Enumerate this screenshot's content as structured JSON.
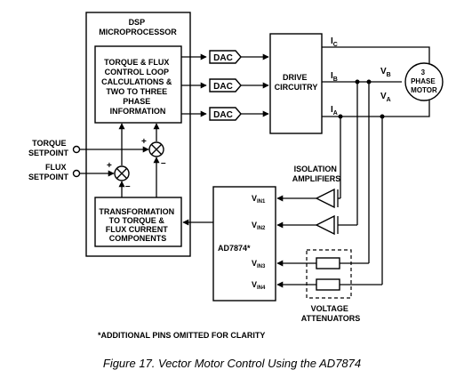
{
  "blocks": {
    "dsp": [
      "DSP",
      "MICROPROCESSOR"
    ],
    "torque_flux_calc": [
      "TORQUE & FLUX",
      "CONTROL LOOP",
      "CALCULATIONS &",
      "TWO TO THREE",
      "PHASE",
      "INFORMATION"
    ],
    "transformation": [
      "TRANSFORMATION",
      "TO TORQUE &",
      "FLUX CURRENT",
      "COMPONENTS"
    ],
    "dac_label": "DAC",
    "drive": [
      "DRIVE",
      "CIRCUITRY"
    ],
    "motor": [
      "3",
      "PHASE",
      "MOTOR"
    ],
    "adc": "AD7874*"
  },
  "inputs": {
    "torque_setpoint": [
      "TORQUE",
      "SETPOINT"
    ],
    "flux_setpoint": [
      "FLUX",
      "SETPOINT"
    ]
  },
  "signs": {
    "plus": "+",
    "minus": "–"
  },
  "currents": {
    "ic": {
      "main": "I",
      "sub": "C"
    },
    "ib": {
      "main": "I",
      "sub": "B"
    },
    "ia": {
      "main": "I",
      "sub": "A"
    }
  },
  "voltages": {
    "vb": {
      "main": "V",
      "sub": "B"
    },
    "va": {
      "main": "V",
      "sub": "A"
    }
  },
  "adc_inputs": [
    {
      "main": "V",
      "sub": "IN1"
    },
    {
      "main": "V",
      "sub": "IN2"
    },
    {
      "main": "V",
      "sub": "IN3"
    },
    {
      "main": "V",
      "sub": "IN4"
    }
  ],
  "labels": {
    "isolation": [
      "ISOLATION",
      "AMPLIFIERS"
    ],
    "voltage": [
      "VOLTAGE",
      "ATTENUATORS"
    ],
    "footnote": "*ADDITIONAL PINS OMITTED FOR CLARITY"
  },
  "caption": "Figure 17.  Vector Motor Control Using the AD7874"
}
